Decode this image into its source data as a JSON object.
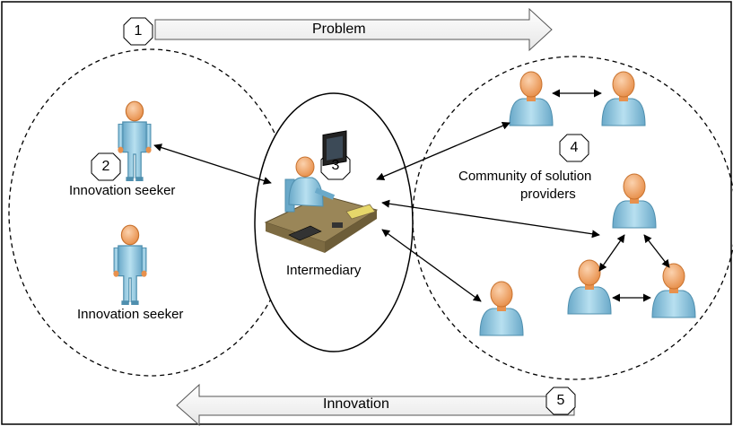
{
  "labels": {
    "problem": "Problem",
    "innovation": "Innovation",
    "seeker_top": "Innovation seeker",
    "seeker_bottom": "Innovation seeker",
    "intermediary": "Intermediary",
    "community_line1": "Community of solution",
    "community_line2": "providers"
  },
  "badges": [
    "1",
    "2",
    "3",
    "4",
    "5"
  ],
  "colors": {
    "skin": "#f2a468",
    "skin_dark": "#c8722e",
    "shirt": "#8fc5de",
    "shirt_dark": "#4f8fae",
    "desk": "#9a8658",
    "line": "#000000"
  }
}
